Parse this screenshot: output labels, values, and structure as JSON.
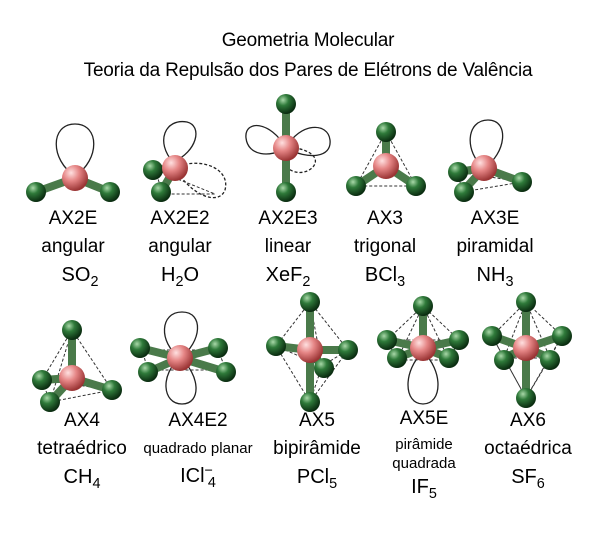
{
  "title_line1": "Geometria Molecular",
  "title_line2": "Teoria da Repulsão dos Pares de Elétrons de Valência",
  "molecules": [
    {
      "code": "AX2E",
      "geometry": "angular",
      "formula_main": "SO",
      "formula_sub": "2",
      "formula_sup": ""
    },
    {
      "code": "AX2E2",
      "geometry": "angular",
      "formula_main": "H",
      "formula_sub": "2",
      "formula_tail": "O",
      "formula_sup": ""
    },
    {
      "code": "AX2E3",
      "geometry": "linear",
      "formula_main": "XeF",
      "formula_sub": "2",
      "formula_sup": ""
    },
    {
      "code": "AX3",
      "geometry": "trigonal",
      "formula_main": "BCl",
      "formula_sub": "3",
      "formula_sup": ""
    },
    {
      "code": "AX3E",
      "geometry": "piramidal",
      "formula_main": "NH",
      "formula_sub": "3",
      "formula_sup": ""
    },
    {
      "code": "AX4",
      "geometry": "tetraédrico",
      "formula_main": "CH",
      "formula_sub": "4",
      "formula_sup": ""
    },
    {
      "code": "AX4E2",
      "geometry": "quadrado planar",
      "formula_main": "ICl",
      "formula_sub": "4",
      "formula_sup": "−"
    },
    {
      "code": "AX5",
      "geometry": "bipirâmide",
      "formula_main": "PCl",
      "formula_sub": "5",
      "formula_sup": ""
    },
    {
      "code": "AX5E",
      "geometry": "pirâmide",
      "geometry_line2": "quadrada",
      "formula_main": "IF",
      "formula_sub": "5",
      "formula_sup": ""
    },
    {
      "code": "AX6",
      "geometry": "octaédrica",
      "formula_main": "SF",
      "formula_sub": "6",
      "formula_sup": ""
    }
  ],
  "colors": {
    "central_atom": "#e07070",
    "ligand_atom": "#1e5a28",
    "bond": "#4a7a4a",
    "lone_pair_outline": "#222222"
  }
}
